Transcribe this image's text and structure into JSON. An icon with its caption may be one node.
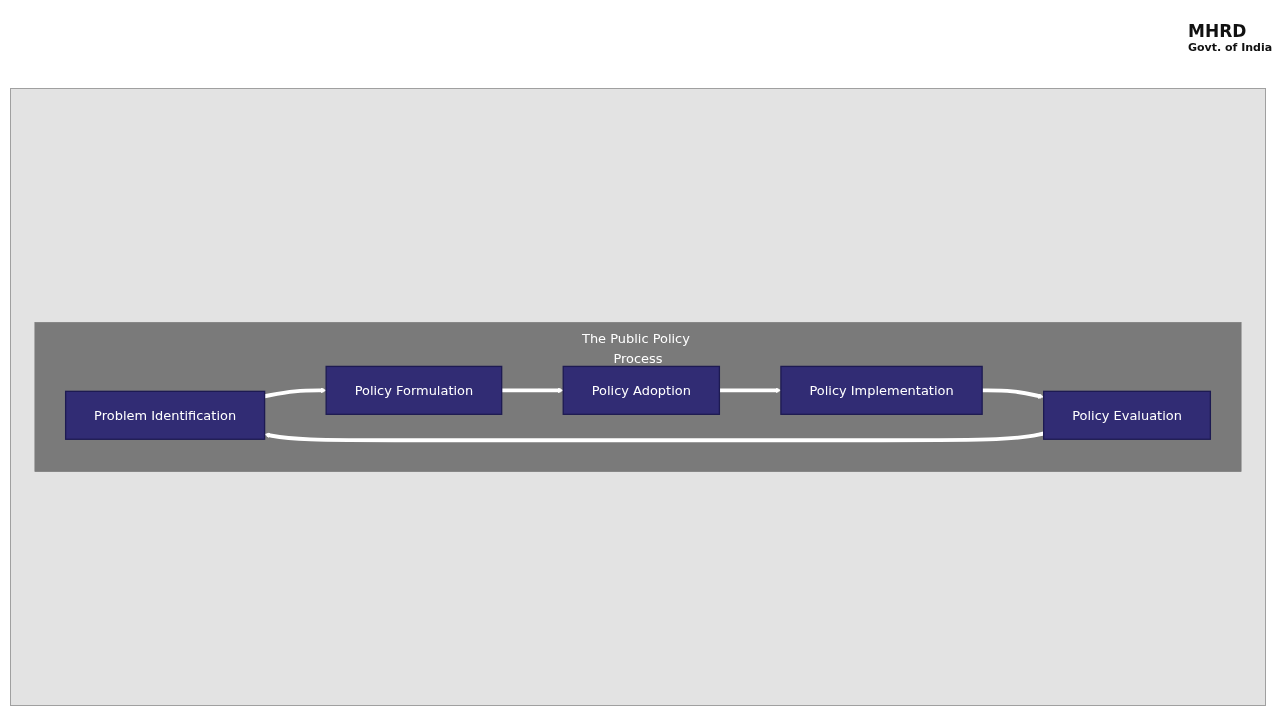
{
  "diagram": {
    "nodes": [
      {
        "text": [
          "The Public Policy Process"
        ]
      },
      {
        "text": [
          "Problem Identification"
        ],
        "in": 0
      },
      {
        "text": [
          "Policy Formulation"
        ],
        "in": 0
      },
      {
        "text": [
          "Policy Adoption"
        ],
        "in": 0
      },
      {
        "text": [
          "Policy Implementation"
        ],
        "in": 0
      },
      {
        "text": [
          "Policy Evaluation"
        ],
        "in": 0
      }
    ],
    "edges": [
      {
        "from": 1,
        "to": 2,
        "arrow": "to"
      },
      {
        "from": 2,
        "to": 3,
        "arrow": "to"
      },
      {
        "from": 3,
        "to": 4,
        "arrow": "to"
      },
      {
        "from": 4,
        "to": 5,
        "arrow": "to"
      },
      {
        "from": 5,
        "to": 1,
        "arrow": "to"
      }
    ],
    "labels": [
      "MHRD",
      "Govt. of India"
    ]
  }
}
